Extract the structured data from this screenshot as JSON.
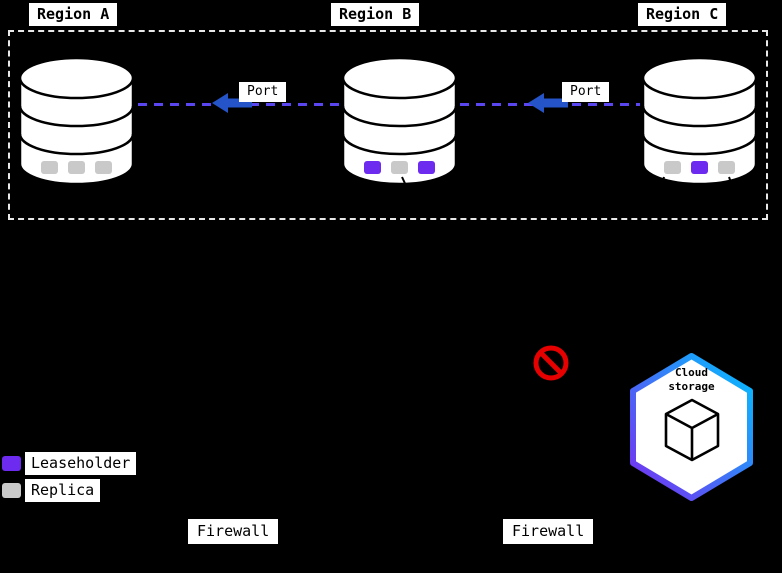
{
  "colors": {
    "bg": "#000000",
    "leaseholder": "#6c2bee",
    "replica": "#c9c9c9",
    "link": "#5a46f0",
    "arrow": "#2553c8",
    "prohibit": "#e60000",
    "hex-start": "#00c3ff",
    "hex-end": "#7a2bf0",
    "cylinder-fill": "#ffffff",
    "cylinder-stroke": "#000000"
  },
  "regions": [
    {
      "label": "Region A",
      "replicas": [
        "replica",
        "replica",
        "replica"
      ]
    },
    {
      "label": "Region B",
      "replicas": [
        "leaseholder",
        "replica",
        "leaseholder"
      ]
    },
    {
      "label": "Region C",
      "replicas": [
        "replica",
        "leaseholder",
        "replica"
      ]
    }
  ],
  "connections": [
    {
      "label": "Port"
    },
    {
      "label": "Port"
    }
  ],
  "cloud_storage": {
    "line1": "Cloud",
    "line2": "storage"
  },
  "legend": [
    {
      "kind": "leaseholder",
      "label": "Leaseholder"
    },
    {
      "kind": "replica",
      "label": "Replica"
    }
  ],
  "firewalls": [
    {
      "label": "Firewall"
    },
    {
      "label": "Firewall"
    }
  ]
}
